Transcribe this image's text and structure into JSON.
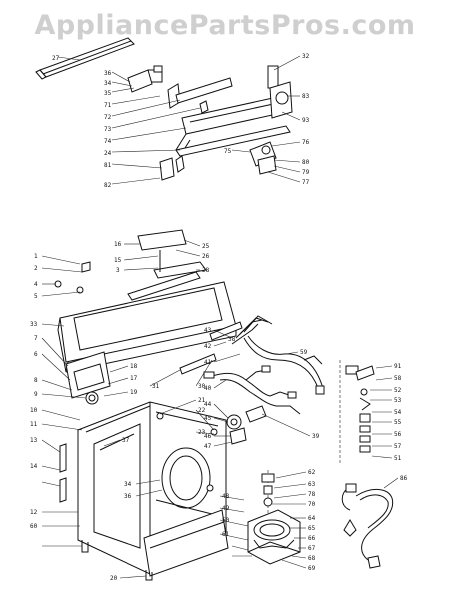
{
  "watermark": "AppliancePartsPros.com",
  "labels": {
    "l1": "27",
    "l2": "36",
    "l3": "34",
    "l4": "35",
    "l5": "71",
    "l6": "72",
    "l7": "73",
    "l8": "74",
    "l9": "24",
    "l10": "81",
    "l11": "82",
    "l12": "32",
    "l13": "83",
    "l14": "75",
    "l15": "93",
    "l16": "76",
    "l17": "80",
    "l18": "79",
    "l19": "77",
    "l20": "16",
    "l21": "25",
    "l22": "26",
    "l23": "15",
    "l24": "3",
    "l25": "28",
    "l26": "1",
    "l27": "2",
    "l28": "4",
    "l29": "5",
    "l30": "33",
    "l31": "7",
    "l32": "6",
    "l33": "8",
    "l34": "9",
    "l35": "10",
    "l36": "11",
    "l37": "13",
    "l38": "14",
    "l39": "12",
    "l40": "60",
    "l41": "38",
    "l42": "18",
    "l43": "17",
    "l44": "19",
    "l45": "30",
    "l46": "31",
    "l47": "21",
    "l48": "22",
    "l49": "23",
    "l50": "37",
    "l51": "34",
    "l52": "36",
    "l53": "20",
    "l54": "43",
    "l55": "42",
    "l56": "41",
    "l57": "40",
    "l58": "44",
    "l59": "45",
    "l60": "46",
    "l61": "47",
    "l62": "48",
    "l63": "49",
    "l64": "50",
    "l65": "62",
    "l66": "63",
    "l67": "64",
    "l68": "65",
    "l69": "66",
    "l70": "67",
    "l71": "68",
    "l72": "69",
    "l73": "70",
    "l74": "39",
    "l75": "78",
    "l76": "59",
    "l77": "61",
    "l78": "91",
    "l79": "58",
    "l80": "52",
    "l81": "53",
    "l82": "54",
    "l83": "55",
    "l84": "56",
    "l85": "57",
    "l86": "51",
    "l87": "86"
  }
}
